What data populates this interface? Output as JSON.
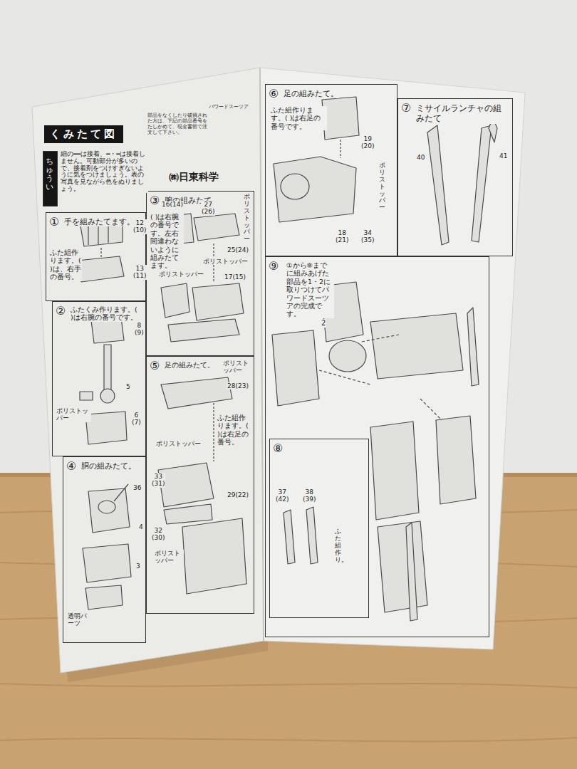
{
  "diagram": {
    "title": "くみたて図",
    "nodes": [
      {
        "text": [
          "ちゅうい"
        ]
      },
      {
        "text": [
          "①",
          "手を組みたてます。",
          "ふた組作ります。( )は、右手の番号。"
        ]
      },
      {
        "text": [
          "②",
          "ふたくみ作ります。( )は右腕の番号です。"
        ]
      },
      {
        "text": [
          "③",
          "腕の組みたて。",
          "( )は右腕の番号です。左右間違わないように組みたてます。"
        ]
      },
      {
        "text": [
          "④",
          "胴の組みたて。"
        ]
      },
      {
        "text": [
          "⑤",
          "足の組みたて。",
          "ふた組作ります。( )は右足の番号。"
        ]
      },
      {
        "text": [
          "⑥",
          "足の組みたて。",
          "ふた組作ります。( )は右足の番号です。"
        ]
      },
      {
        "text": [
          "⑦",
          "ミサイルランチャの組みたて"
        ]
      },
      {
        "text": [
          "⑨",
          "①から⑧までに組みあげた部品を1・2に取りつけてパワードスーツアの完成です。"
        ]
      },
      {
        "text": [
          "⑧"
        ],
        "in": 8
      }
    ],
    "labels": [
      "細の━━は接着、━・━は接着しません。可動部分が多いので、接着剤をつけすぎないように気をつけましょう。表の写真を見ながら色をぬりましょう。",
      "部品をなくしたり破損された方は、下記の部品番号をたしかめて、現金書留で注文して下さい。",
      "パワードスーツア",
      "㈱日東科学",
      "12 (10)",
      "13 (11)",
      "8 (9)",
      "5",
      "6 (7)",
      "ポリストッパー",
      "16(14)",
      "27 (26)",
      "ポリストッパー",
      "25(24)",
      "ポリストッパー",
      "ポリストッパー",
      "17(15)",
      "36",
      "4",
      "3",
      "透明パーツ",
      "ポリストッパー",
      "28(23)",
      "ポリストッパー",
      "33 (31)",
      "29(22)",
      "32 (30)",
      "ポリストッパー",
      "19 (20)",
      "ポリストッパー",
      "18 (21)",
      "34 (35)",
      "40",
      "41",
      "2",
      "37 (42)",
      "38 (39)",
      "ふた組作り。"
    ]
  }
}
